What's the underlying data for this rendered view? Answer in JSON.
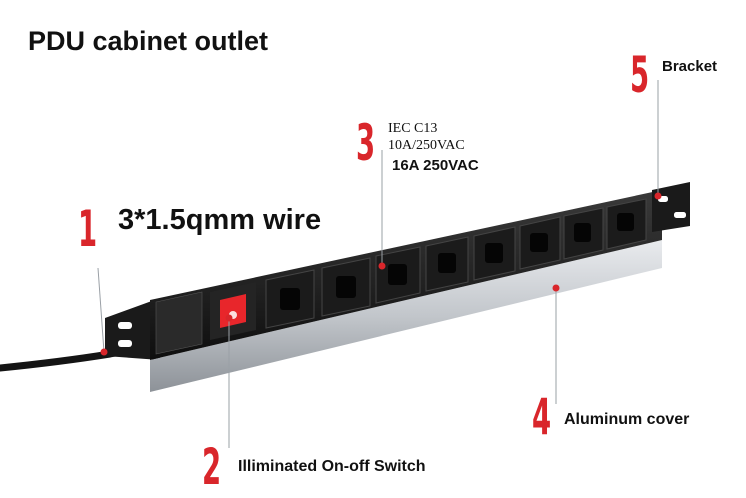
{
  "title": "PDU cabinet outlet",
  "callouts": {
    "c1": {
      "number": "1",
      "label": "3*1.5qmm wire"
    },
    "c2": {
      "number": "2",
      "label": "Illiminated On-off Switch"
    },
    "c3": {
      "number": "3",
      "line1": "IEC C13",
      "line2": "10A/250VAC",
      "line3": "16A 250VAC"
    },
    "c4": {
      "number": "4",
      "label": "Aluminum cover"
    },
    "c5": {
      "number": "5",
      "label": "Bracket"
    }
  },
  "colors": {
    "accent": "#d9262b",
    "switch": "#e8262b",
    "outlet": "#1b1b1b",
    "aluminum": "#c9ccd0"
  }
}
